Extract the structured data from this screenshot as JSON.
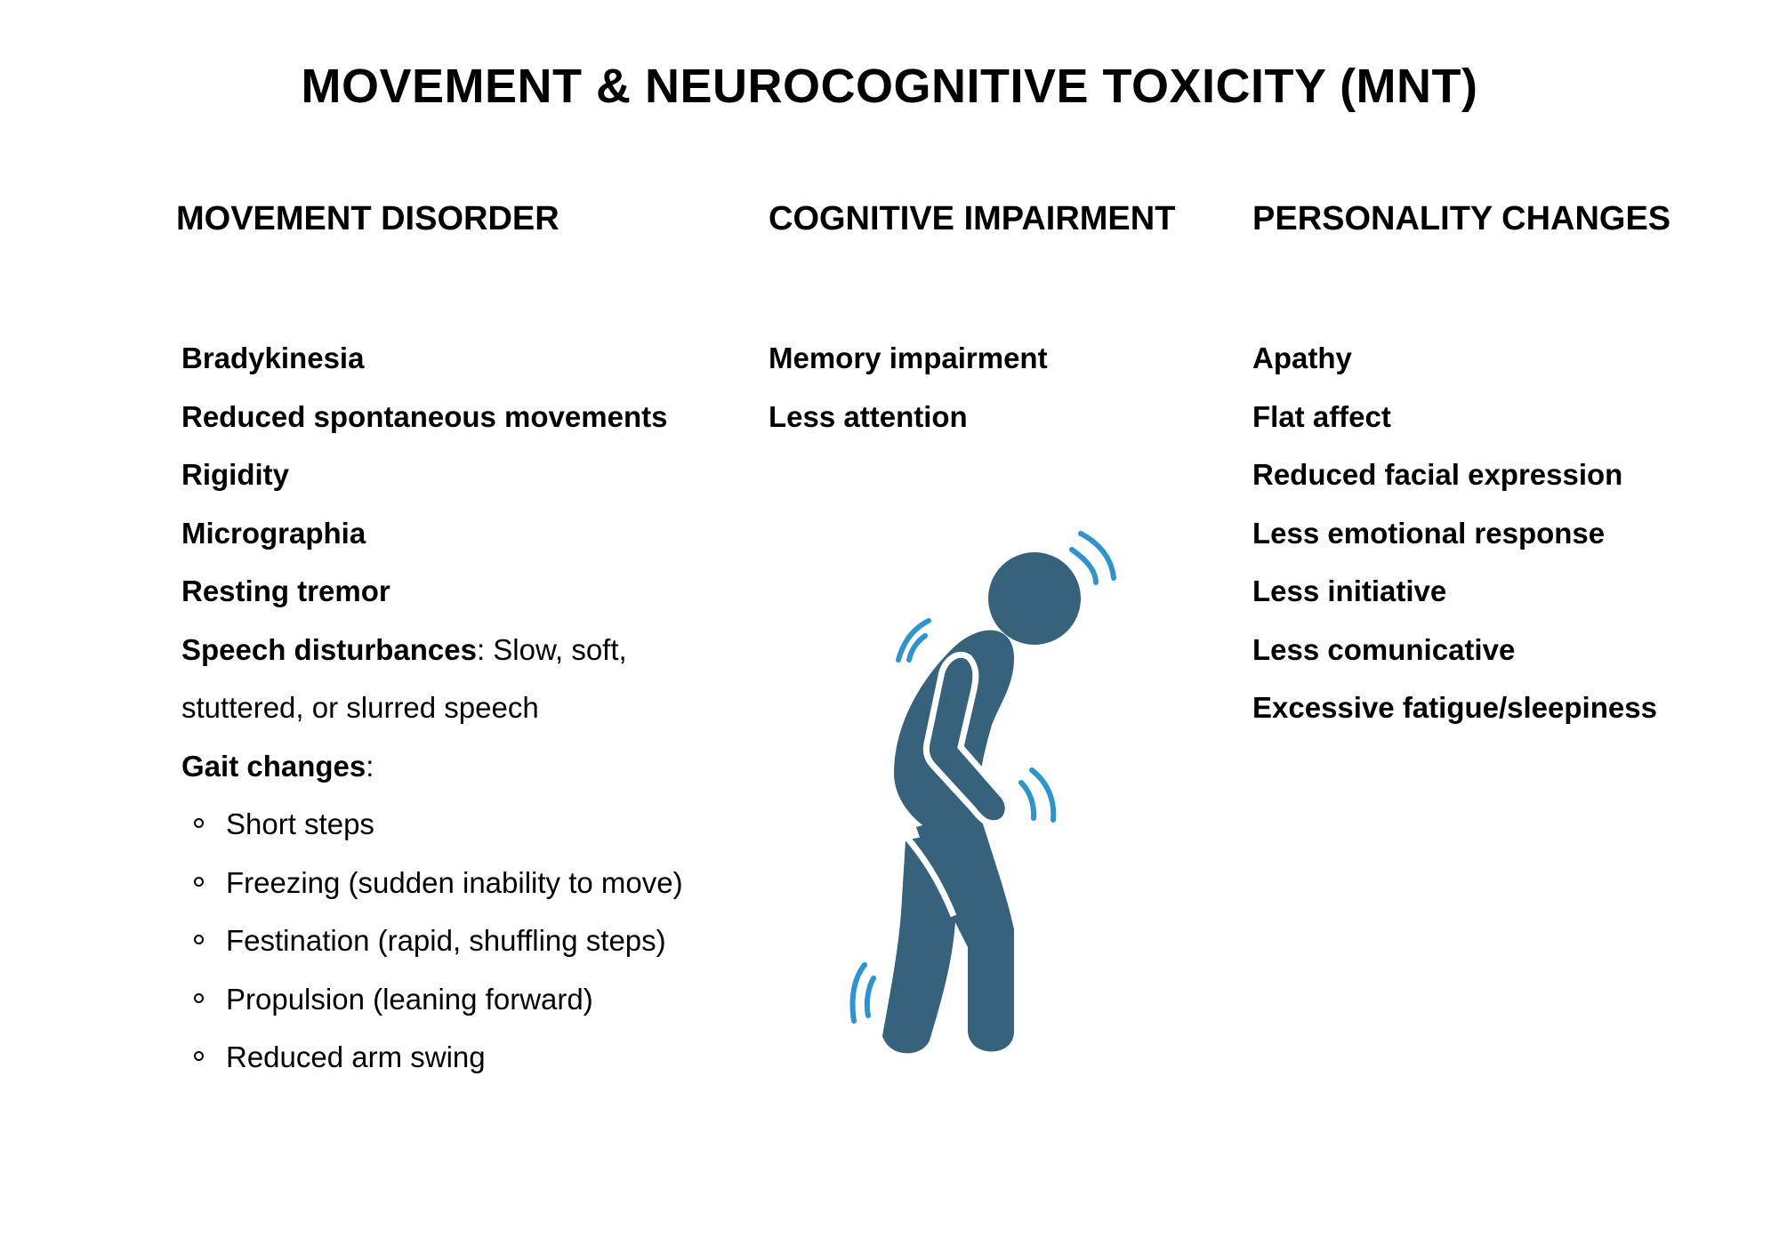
{
  "title": "MOVEMENT & NEUROCOGNITIVE TOXICITY (MNT)",
  "columns": {
    "movement": {
      "heading": "MOVEMENT DISORDER",
      "items": [
        {
          "bold": "Bradykinesia"
        },
        {
          "bold": "Reduced spontaneous movements"
        },
        {
          "bold": "Rigidity"
        },
        {
          "bold": "Micrographia"
        },
        {
          "bold": "Resting tremor"
        },
        {
          "bold": "Speech disturbances",
          "rest_line1": ": Slow, soft,",
          "rest_line2": "stuttered, or slurred speech"
        },
        {
          "bold": "Gait changes",
          "rest": ":"
        }
      ],
      "gait_subitems": [
        "Short steps",
        "Freezing (sudden inability to move)",
        "Festination (rapid, shuffling steps)",
        "Propulsion (leaning forward)",
        "Reduced arm swing"
      ]
    },
    "cognitive": {
      "heading": "COGNITIVE IMPAIRMENT",
      "items": [
        "Memory impairment",
        "Less attention"
      ]
    },
    "personality": {
      "heading": "PERSONALITY CHANGES",
      "items": [
        "Apathy",
        "Flat affect",
        "Reduced facial expression",
        "Less emotional response",
        "Less initiative",
        "Less comunicative",
        "Excessive fatigue/sleepiness"
      ]
    }
  },
  "figure": {
    "icon": "trembling-person-icon",
    "body_color": "#37627b",
    "tremor_color": "#2f93cc"
  }
}
